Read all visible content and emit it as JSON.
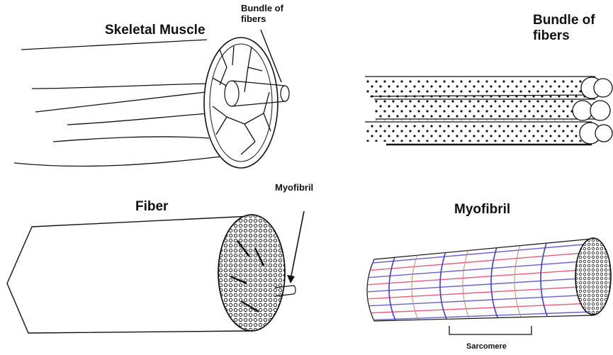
{
  "panels": {
    "skeletal_muscle": {
      "title": "Skeletal Muscle",
      "callout": "Bundle of fibers"
    },
    "bundle_of_fibers": {
      "title": "Bundle of fibers"
    },
    "fiber": {
      "title": "Fiber",
      "callout": "Myofibril"
    },
    "myofibril": {
      "title": "Myofibril",
      "bracket_label": "Sarcomere"
    }
  }
}
